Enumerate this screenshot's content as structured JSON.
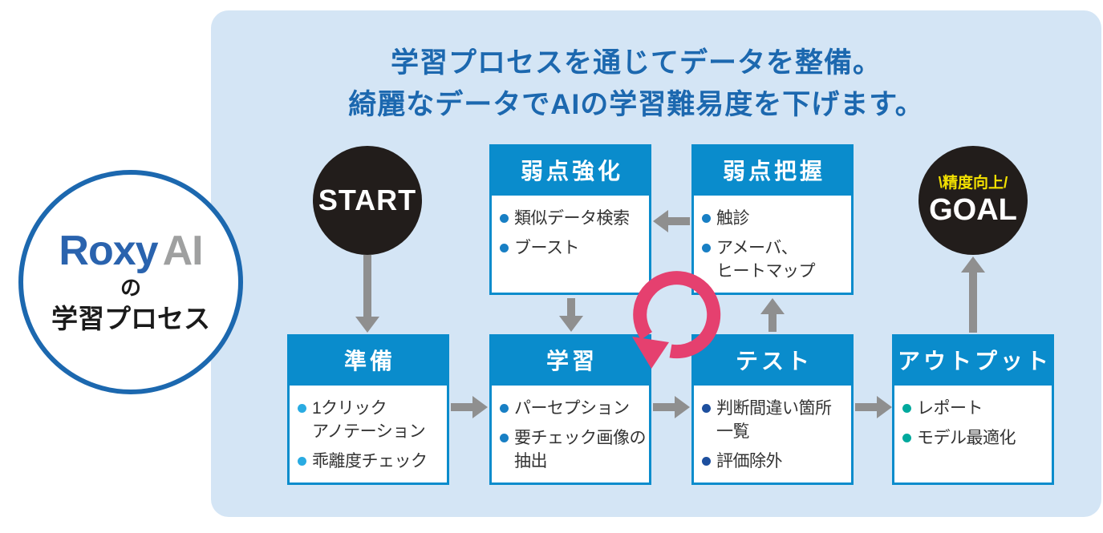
{
  "colors": {
    "panel_bg": "#d4e5f5",
    "process_blue": "#0a8ccc",
    "title_blue": "#1c68af",
    "logo_roxy_blue": "#2a63ae",
    "logo_ai_gray": "#9fa0a0",
    "circle_black": "#221d1b",
    "goal_yellow": "#f3e100",
    "arrow_gray": "#8f8f8f",
    "loop_pink": "#e5406f",
    "bullet_cyan": "#29abe2",
    "bullet_blue": "#187fc4",
    "bullet_navy": "#1d4f9e",
    "bullet_teal": "#00a99d"
  },
  "headline": {
    "line1": "学習プロセスを通じてデータを整備。",
    "line2": "綺麗なデータでAIの学習難易度を下げます。"
  },
  "logo": {
    "brand_main": "Roxy",
    "brand_suffix": "AI",
    "connector": "の",
    "caption": "学習プロセス"
  },
  "start": {
    "label": "START"
  },
  "goal": {
    "tagline": "\\精度向上/",
    "label": "GOAL"
  },
  "boxes": {
    "weak_boost": {
      "title": "弱点強化",
      "bullets": [
        {
          "lines": [
            "類似データ検索"
          ]
        },
        {
          "lines": [
            "ブースト"
          ]
        }
      ]
    },
    "weak_grasp": {
      "title": "弱点把握",
      "bullets": [
        {
          "lines": [
            "触診"
          ]
        },
        {
          "lines": [
            "アメーバ、",
            "ヒートマップ"
          ]
        }
      ]
    },
    "prepare": {
      "title": "準備",
      "bullets": [
        {
          "lines": [
            "1クリック",
            "アノテーション"
          ]
        },
        {
          "lines": [
            "乖離度チェック"
          ]
        }
      ]
    },
    "learn": {
      "title": "学習",
      "bullets": [
        {
          "lines": [
            "パーセプション"
          ]
        },
        {
          "lines": [
            "要チェック画像の",
            "抽出"
          ]
        }
      ]
    },
    "test": {
      "title": "テスト",
      "bullets": [
        {
          "lines": [
            "判断間違い箇所",
            "一覧"
          ]
        },
        {
          "lines": [
            "評価除外"
          ]
        }
      ]
    },
    "output": {
      "title": "アウトプット",
      "bullets": [
        {
          "lines": [
            "レポート"
          ]
        },
        {
          "lines": [
            "モデル最適化"
          ]
        }
      ]
    }
  }
}
